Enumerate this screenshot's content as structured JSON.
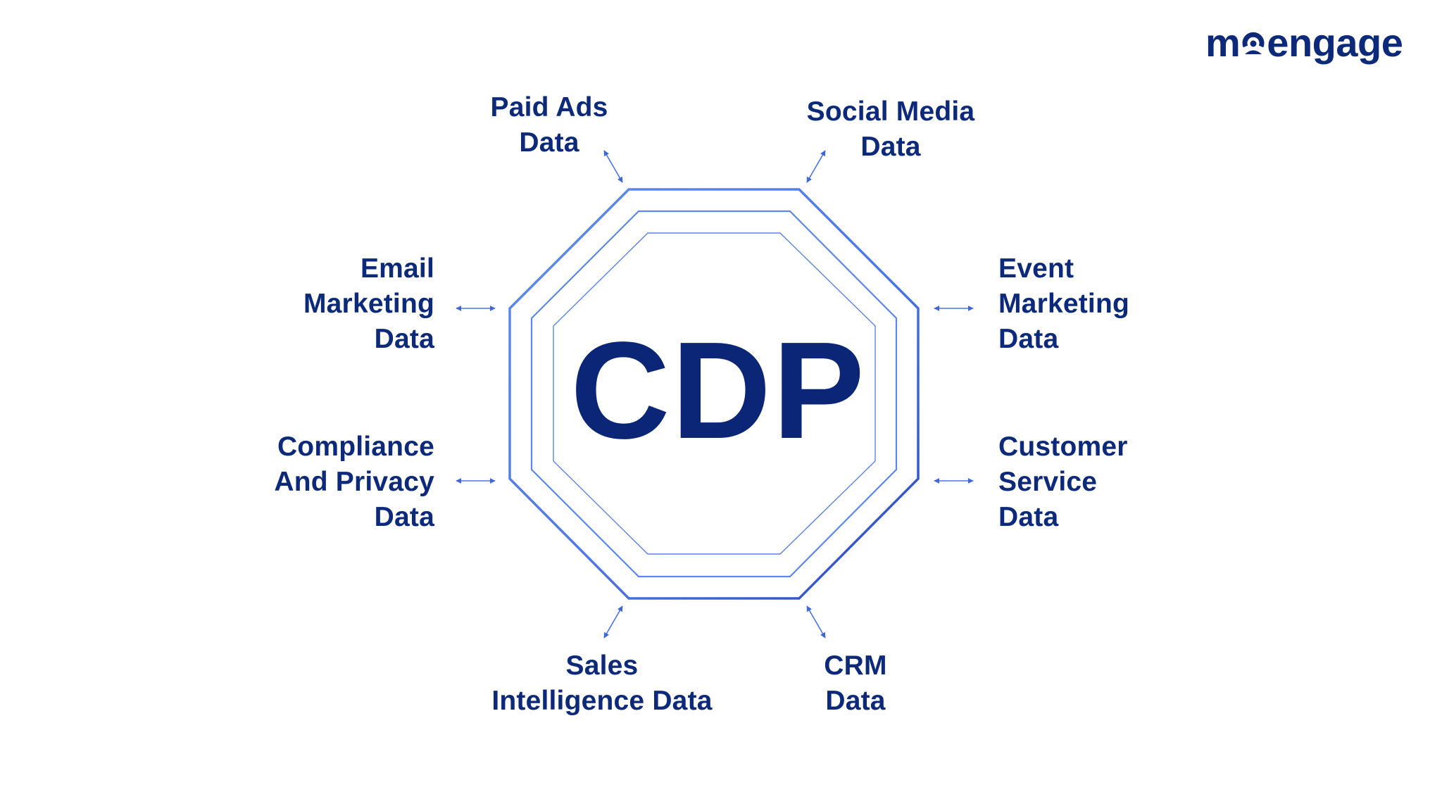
{
  "brand": {
    "logo_prefix": "m",
    "logo_suffix": "engage",
    "logo_text": "moengage",
    "color": "#0d2a7a"
  },
  "center": {
    "title": "CDP",
    "shape": "octagon",
    "rings": 3,
    "title_color": "#0b2677",
    "ring_colors": {
      "outer_light": "#5a86ec",
      "outer_dark": "#2f4fc4",
      "middle": "#5b87ee",
      "inner": "#4d76e0"
    }
  },
  "sources": {
    "paid_ads": {
      "line1": "Paid Ads",
      "line2": "Data"
    },
    "social_media": {
      "line1": "Social Media",
      "line2": "Data"
    },
    "email_marketing": {
      "line1": "Email",
      "line2": "Marketing",
      "line3": "Data"
    },
    "event_marketing": {
      "line1": "Event",
      "line2": "Marketing",
      "line3": "Data"
    },
    "compliance_privacy": {
      "line1": "Compliance",
      "line2": "And Privacy",
      "line3": "Data"
    },
    "customer_service": {
      "line1": "Customer",
      "line2": "Service",
      "line3": "Data"
    },
    "sales_intelligence": {
      "line1": "Sales",
      "line2": "Intelligence Data"
    },
    "crm": {
      "line1": "CRM",
      "line2": "Data"
    }
  },
  "connectors": {
    "type": "bidirectional-arrow",
    "count": 8,
    "color": "#4a74e0"
  }
}
